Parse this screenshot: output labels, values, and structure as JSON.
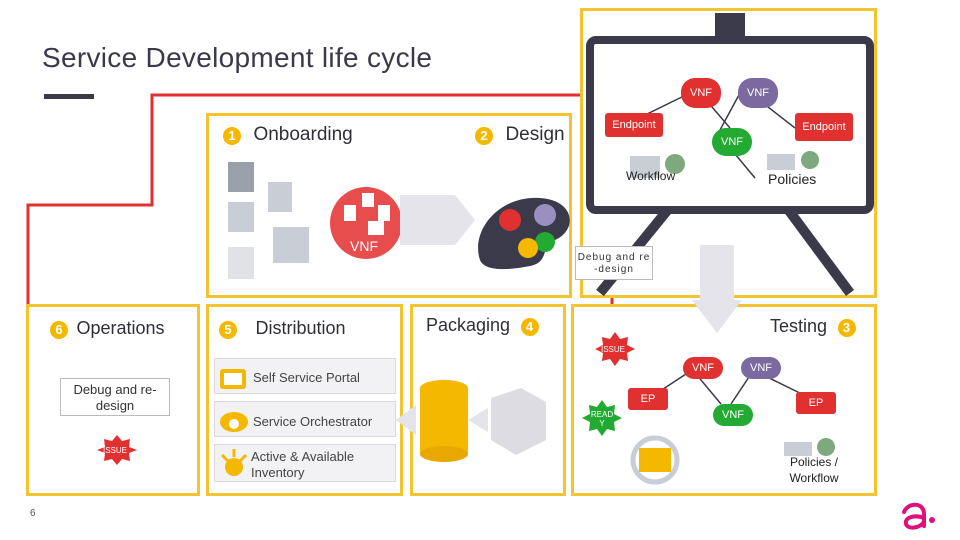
{
  "title": "Service Development life cycle",
  "page_number": "6",
  "stages": {
    "onboarding": {
      "num": "1",
      "label": "Onboarding"
    },
    "design": {
      "num": "2",
      "label": "Design"
    },
    "testing": {
      "num": "3",
      "label": "Testing"
    },
    "packaging": {
      "num": "4",
      "label": "Packaging"
    },
    "distribution": {
      "num": "5",
      "label": "Distribution"
    },
    "operations": {
      "num": "6",
      "label": "Operations"
    }
  },
  "onboarding": {
    "vnf_label": "VNF"
  },
  "design_board": {
    "vnf_top_left": "VNF",
    "vnf_top_right": "VNF",
    "vnf_middle": "VNF",
    "endpoint_left": "Endpoint",
    "endpoint_right": "Endpoint",
    "workflow": "Workflow",
    "policies": "Policies",
    "debug": "Debug and re -design"
  },
  "testing": {
    "issue": "ISSUE",
    "ready": "READ Y",
    "vnf_left": "VNF",
    "vnf_right": "VNF",
    "vnf_bottom": "VNF",
    "ep_left": "EP",
    "ep_right": "EP",
    "policies_workflow": "Policies / Workflow"
  },
  "distribution": {
    "items": [
      {
        "label": "Self Service Portal"
      },
      {
        "label": "Service Orchestrator"
      },
      {
        "label": "Active & Available Inventory"
      }
    ]
  },
  "operations": {
    "debug": "Debug and re-design",
    "issue": "ISSUE"
  },
  "colors": {
    "accent_yellow": "#f4c430",
    "red": "#e03030",
    "dark": "#3a3a4a",
    "green": "#22aa33"
  },
  "logo_icon": "amdocs-logo-icon"
}
